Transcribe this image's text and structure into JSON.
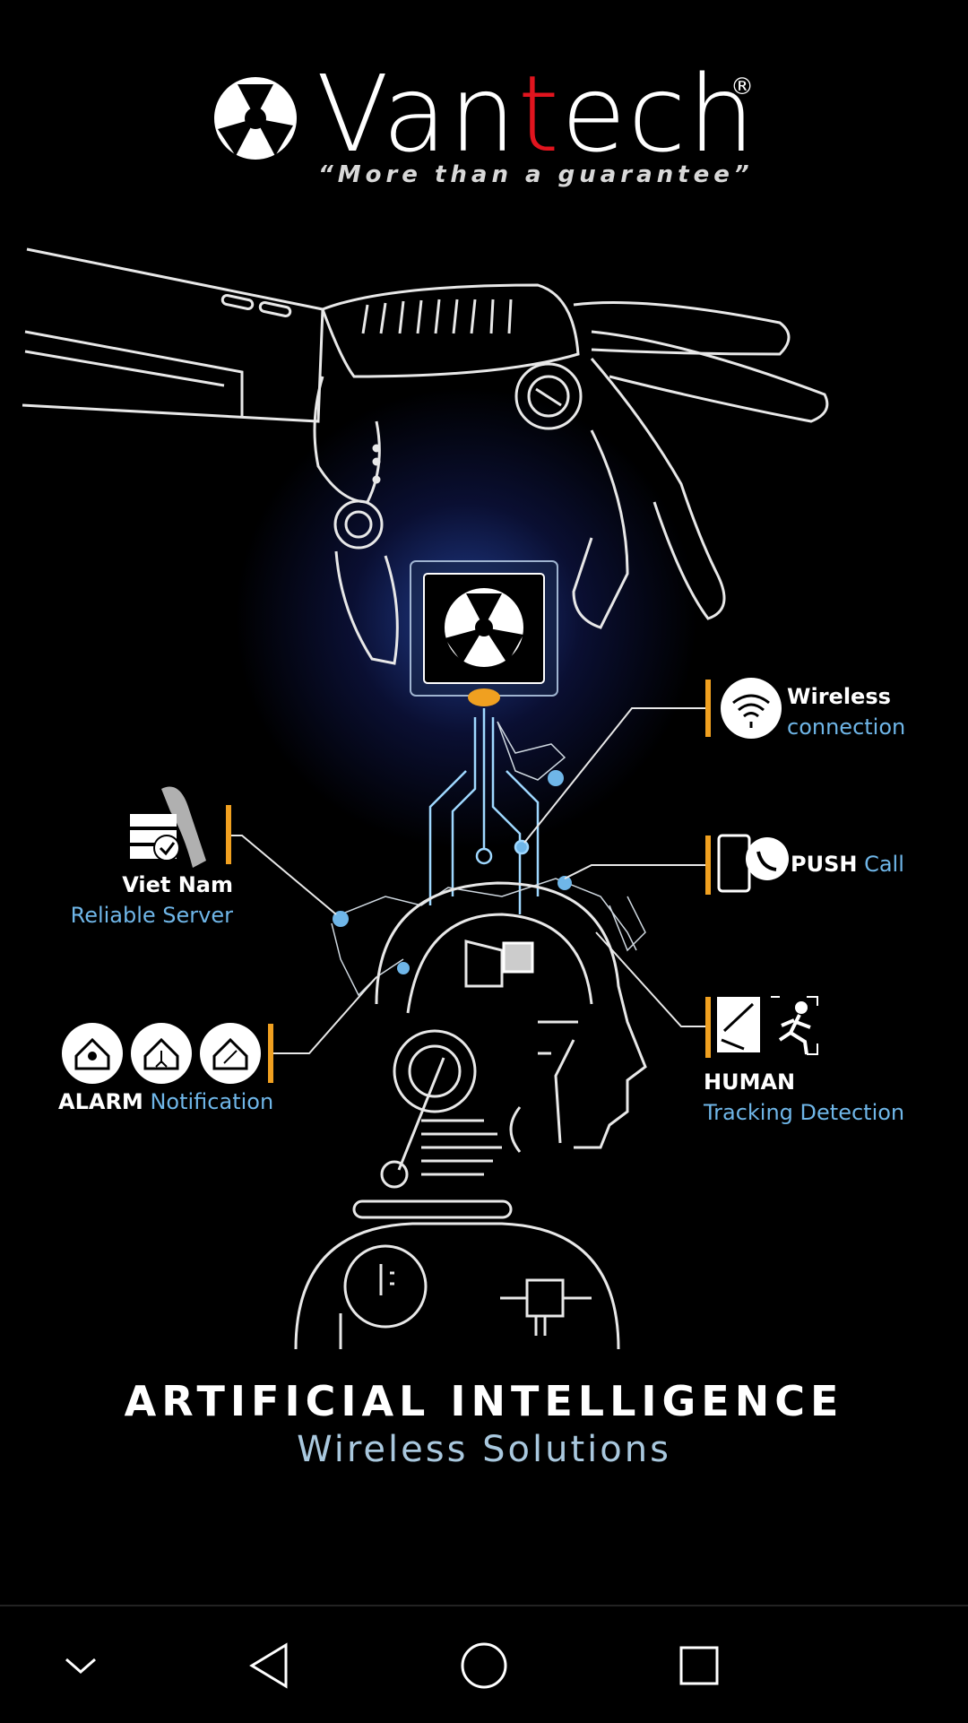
{
  "brand": {
    "name_pre": "Van",
    "name_accent": "t",
    "name_post": "ech",
    "registered": "®",
    "tagline": "“More than a guarantee”",
    "accent_color": "#e1141e"
  },
  "features": {
    "wireless": {
      "title": "Wireless",
      "subtitle": "connection",
      "icon": "wifi-icon"
    },
    "push": {
      "title": "PUSH",
      "subtitle": "Call",
      "icon": "phone-call-icon"
    },
    "server": {
      "title": "Viet Nam",
      "subtitle": "Reliable Server",
      "icon": "server-check-icon"
    },
    "alarm": {
      "title": "ALARM",
      "subtitle": "Notification",
      "icon": "home-alarm-icon"
    },
    "human": {
      "title": "HUMAN",
      "subtitle": "Tracking Detection",
      "icon": "running-person-icon"
    }
  },
  "headline": {
    "title": "ARTIFICIAL INTELLIGENCE",
    "subtitle": "Wireless Solutions"
  },
  "colors": {
    "label_blue": "#6fb6e8",
    "marker_orange": "#f0a020",
    "background": "#000000"
  },
  "navbar": {
    "icons": [
      "chevron-down-icon",
      "back-icon",
      "home-icon",
      "recents-icon"
    ]
  }
}
